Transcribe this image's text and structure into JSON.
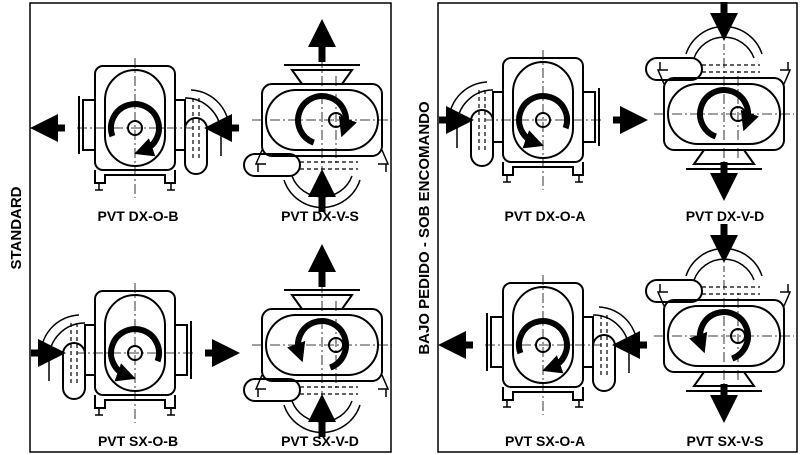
{
  "panels": [
    {
      "key": "left",
      "side_label": "STANDARD",
      "configs": [
        {
          "label": "PVT DX-O-B",
          "orient": "h",
          "flip": false,
          "dir": "cw",
          "inlet": "right",
          "outlet": "left",
          "manifold": "right"
        },
        {
          "label": "PVT DX-V-S",
          "orient": "v",
          "flip": false,
          "dir": "cw",
          "inlet": "bottom",
          "outlet": "top",
          "manifold": "bottom"
        },
        {
          "label": "PVT SX-O-B",
          "orient": "h",
          "flip": true,
          "dir": "ccw",
          "inlet": "left",
          "outlet": "right",
          "manifold": "left"
        },
        {
          "label": "PVT SX-V-D",
          "orient": "v",
          "flip": false,
          "dir": "ccw",
          "inlet": "bottom",
          "outlet": "top",
          "manifold": "bottom"
        }
      ]
    },
    {
      "key": "right",
      "side_label": "BAJO PEDIDO - SOB ENCOMANDO",
      "configs": [
        {
          "label": "PVT DX-O-A",
          "orient": "h",
          "flip": true,
          "dir": "ccw",
          "inlet": "left",
          "outlet": "right",
          "manifold": "left"
        },
        {
          "label": "PVT DX-V-D",
          "orient": "v",
          "flip": true,
          "dir": "cw",
          "inlet": "top",
          "outlet": "bottom",
          "manifold": "top"
        },
        {
          "label": "PVT SX-O-A",
          "orient": "h",
          "flip": false,
          "dir": "cw",
          "inlet": "right",
          "outlet": "left",
          "manifold": "right"
        },
        {
          "label": "PVT SX-V-S",
          "orient": "v",
          "flip": true,
          "dir": "ccw",
          "inlet": "top",
          "outlet": "bottom",
          "manifold": "top"
        }
      ]
    }
  ]
}
